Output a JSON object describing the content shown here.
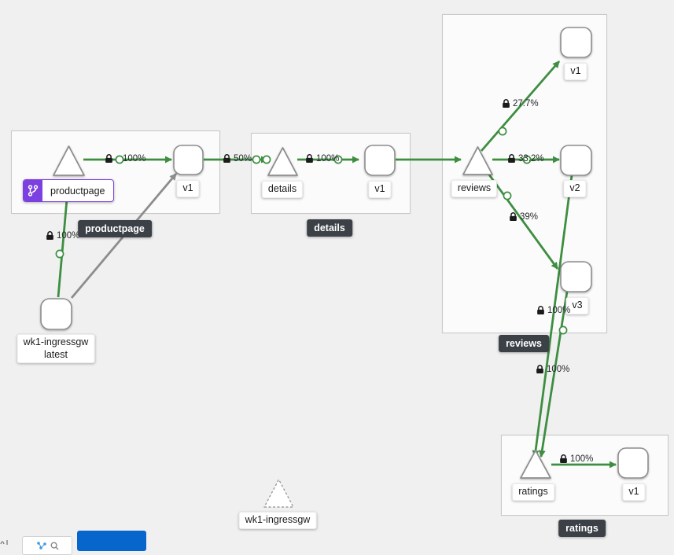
{
  "graph": {
    "groups": {
      "productpage": {
        "badge": "productpage"
      },
      "details": {
        "badge": "details"
      },
      "reviews": {
        "badge": "reviews"
      },
      "ratings": {
        "badge": "ratings"
      }
    },
    "nodes": {
      "productpage_service": {
        "label": "productpage"
      },
      "productpage_v1": {
        "label": "v1"
      },
      "details_service": {
        "label": "details"
      },
      "details_v1": {
        "label": "v1"
      },
      "reviews_service": {
        "label": "reviews"
      },
      "reviews_v1": {
        "label": "v1"
      },
      "reviews_v2": {
        "label": "v2"
      },
      "reviews_v3": {
        "label": "v3"
      },
      "ratings_service": {
        "label": "ratings"
      },
      "ratings_v1": {
        "label": "v1"
      },
      "ingress_workload": {
        "label_line1": "wk1-ingressgw",
        "label_line2": "latest"
      },
      "idle_service": {
        "label": "wk1-ingressgw"
      }
    },
    "edges": {
      "ingress_to_productpage": {
        "label": "100%"
      },
      "productpage_to_v1": {
        "label": "100%"
      },
      "productpage_v1_to_details": {
        "label": "50%"
      },
      "details_to_v1": {
        "label": "100%"
      },
      "reviews_to_v1": {
        "label": "27.7%"
      },
      "reviews_to_v2": {
        "label": "33.2%"
      },
      "reviews_to_v3": {
        "label": "39%"
      },
      "reviews_v2_to_ratings": {
        "label": "100%"
      },
      "reviews_v3_to_ratings": {
        "label": "100%"
      },
      "ratings_to_v1": {
        "label": "100%"
      }
    },
    "colors": {
      "traffic_green": "#3e8e42",
      "inactive_gray": "#8d8d8d",
      "virtualservice_purple": "#7c3fe0",
      "group_label_bg": "#3b4147"
    }
  }
}
